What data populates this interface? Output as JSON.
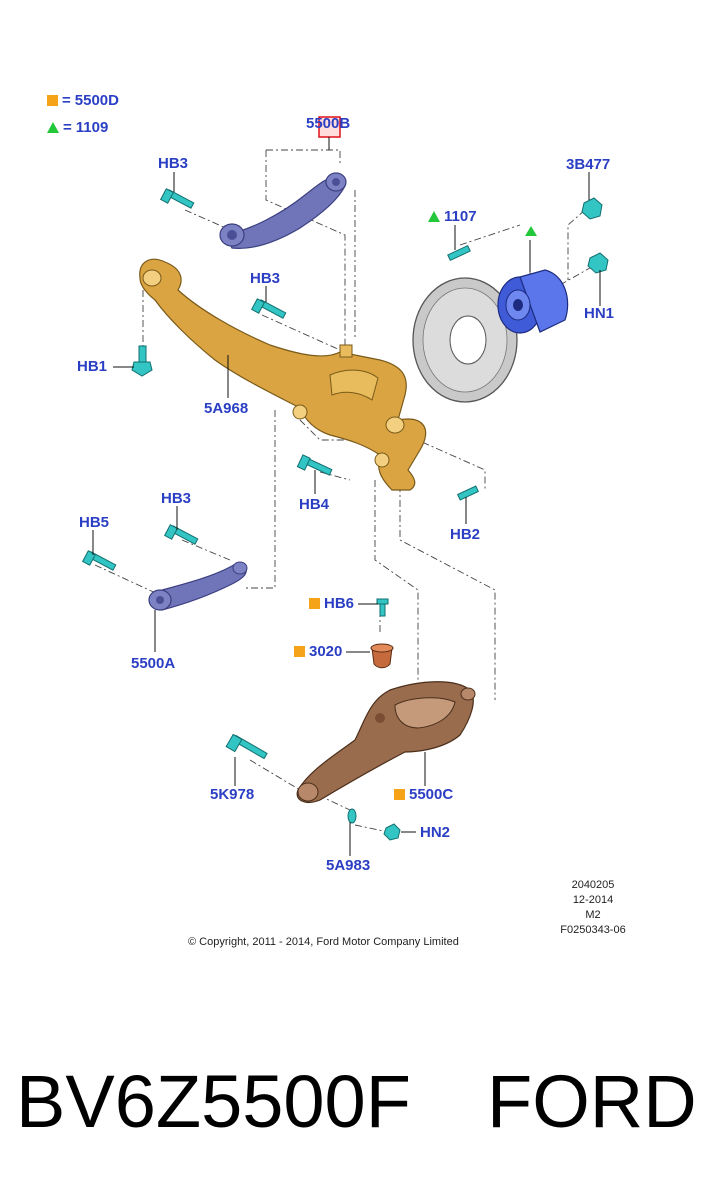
{
  "legend": {
    "square_code": "5500D",
    "triangle_code": "1109",
    "square_color": "#f5a318",
    "triangle_color": "#22c73a"
  },
  "labels": {
    "upper_arm": "5500B",
    "hb3_top": "HB3",
    "hb3_mid": "HB3",
    "hb3_low": "HB3",
    "hb1": "HB1",
    "knuckle": "5A968",
    "bolt_1107": "1107",
    "nut_3b477": "3B477",
    "hn1": "HN1",
    "hb4": "HB4",
    "hb2": "HB2",
    "hb5": "HB5",
    "lower_arm_front": "5500A",
    "hb6": "HB6",
    "bushing": "3020",
    "bolt_5k978": "5K978",
    "spring_arm": "5500C",
    "hn2": "HN2",
    "washer_5a983": "5A983"
  },
  "meta": {
    "code": "2040205",
    "date": "12-2014",
    "rev": "M2",
    "figure_id": "F0250343-06"
  },
  "copyright": "© Copyright, 2011 - 2014, Ford Motor Company Limited",
  "part_number": "BV6Z5500F",
  "brand": "FORD",
  "colors": {
    "label_blue": "#2b3fc4",
    "part_gold": "#d9a441",
    "part_purple": "#6f75b8",
    "part_bronze": "#9a6c4e",
    "hardware_teal": "#33c4c4",
    "hub_blue": "#3f5bd8"
  }
}
